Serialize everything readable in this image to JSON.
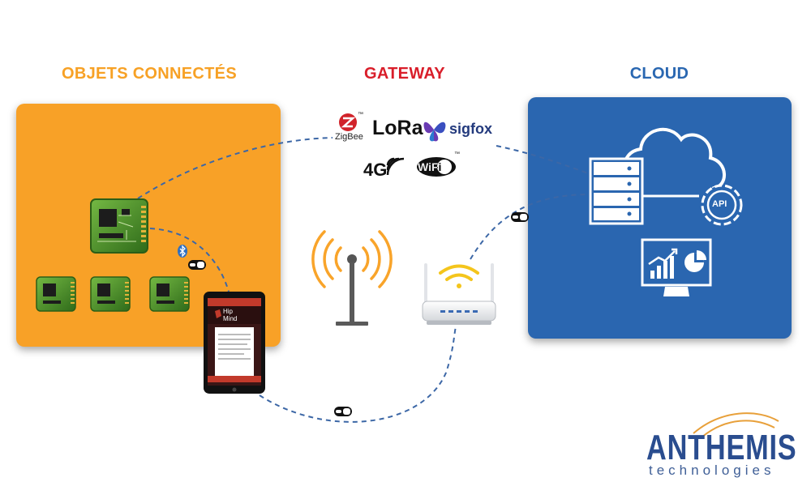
{
  "headings": {
    "objects": "OBJETS CONNECTÉS",
    "gateway": "GATEWAY",
    "cloud": "CLOUD"
  },
  "colors": {
    "objects": "#f7a125",
    "gateway": "#d91e2a",
    "cloud": "#2a67b1",
    "link": "#3c67a6",
    "chip": "#4c8d2b"
  },
  "protocols": {
    "zigbee": "ZigBee",
    "lora": "LoRa",
    "sigfox": "sigfox",
    "fourg": "4G",
    "wifi": "WiFi",
    "tm": "™"
  },
  "cloud_labels": {
    "api": "API"
  },
  "tablet": {
    "app_name_1": "Hip",
    "app_name_2": "Mind"
  },
  "brand": {
    "name": "ANTHEMIS",
    "tagline": "technologies"
  },
  "icons": [
    "bluetooth-icon",
    "wifi-icon",
    "antenna-icon",
    "router-icon",
    "server-icon",
    "cloud-icon",
    "gear-icon",
    "monitor-chart-icon",
    "chip-icon",
    "tablet-icon"
  ]
}
